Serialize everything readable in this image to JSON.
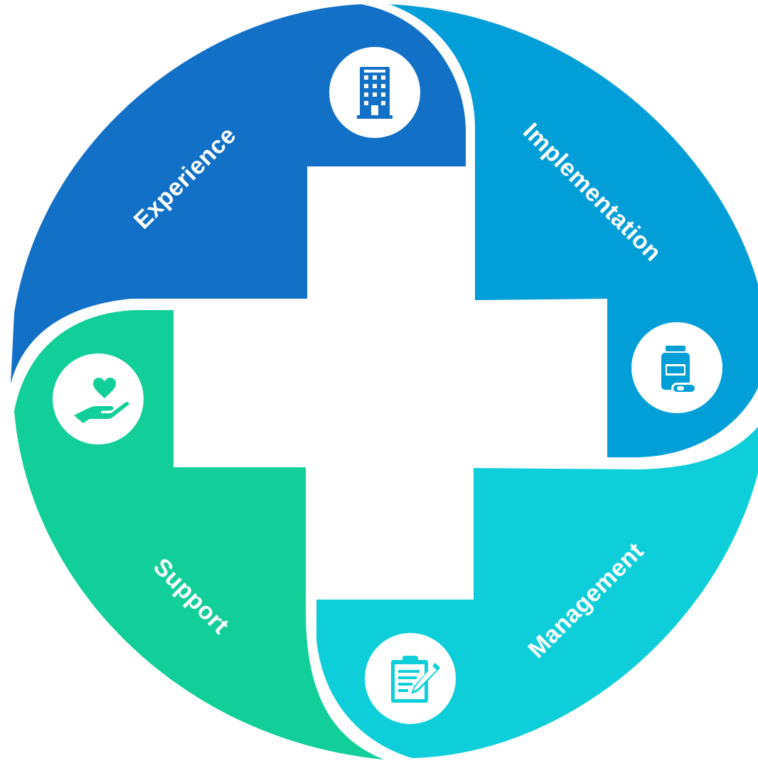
{
  "diagram": {
    "segments": [
      {
        "key": "experience",
        "label": "Experience",
        "color": "#1270C7",
        "icon": "building-icon"
      },
      {
        "key": "implementation",
        "label": "Implementation",
        "color": "#029ED8",
        "icon": "medicine-bottle-icon"
      },
      {
        "key": "management",
        "label": "Management",
        "color": "#0ECFD9",
        "icon": "clipboard-pen-icon"
      },
      {
        "key": "support",
        "label": "Support",
        "color": "#12CE99",
        "icon": "hand-heart-icon"
      }
    ],
    "center_shape": "plus-cross",
    "background": "#FFFFFF"
  }
}
